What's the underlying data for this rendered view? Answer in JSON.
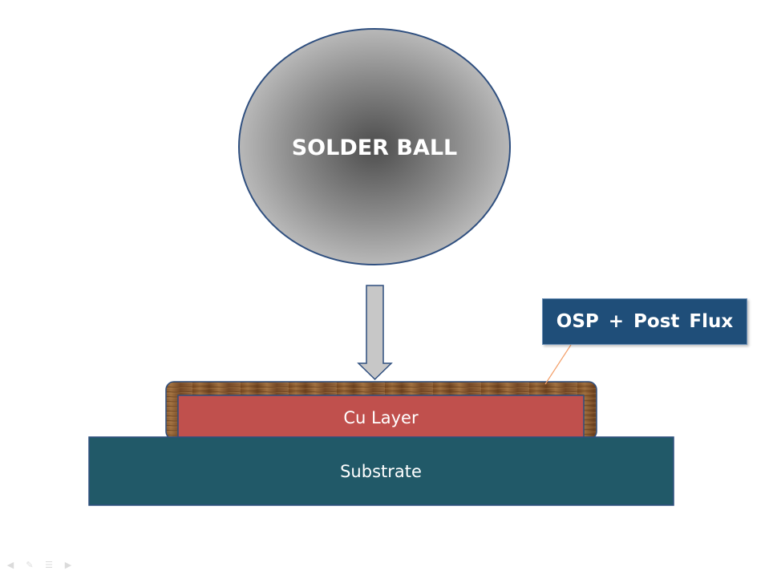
{
  "diagram": {
    "solder_ball_label": "SOLDER BALL",
    "cu_layer_label": "Cu Layer",
    "substrate_label": "Substrate",
    "callout_label": "OSP + Post Flux"
  },
  "colors": {
    "solder_ball_center": "#505050",
    "solder_ball_edge": "#bdbdbd",
    "solder_ball_stroke": "#2f4f7f",
    "arrow_fill": "#c7c7c7",
    "arrow_stroke": "#2f4f7f",
    "cu_layer": "#c0504d",
    "osp_wood": "#8b5a2b",
    "substrate": "#215968",
    "callout_bg": "#1f4e79",
    "callout_leader": "#f4a06a"
  },
  "icons": {
    "nav_prev": "arrow-left-icon",
    "nav_pen": "pen-icon",
    "nav_menu": "menu-icon",
    "nav_next": "arrow-right-icon"
  }
}
